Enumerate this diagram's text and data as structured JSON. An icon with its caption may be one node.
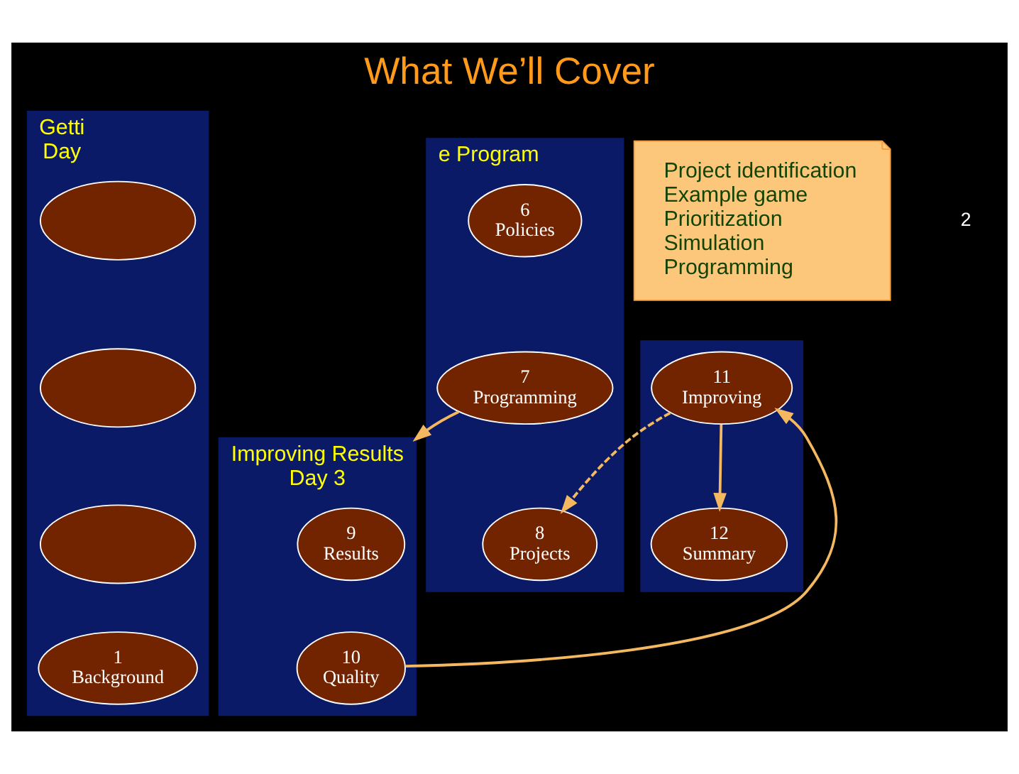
{
  "diagram": {
    "title": "What We’ll Cover",
    "nodes": [
      {
        "text": [
          "Getti",
          "Day"
        ]
      },
      {
        "text": [],
        "shape": "ellipse",
        "in": 0
      },
      {
        "text": [],
        "shape": "ellipse",
        "in": 0
      },
      {
        "text": [],
        "shape": "ellipse",
        "in": 0
      },
      {
        "text": [
          "1",
          "Background"
        ],
        "in": 0
      },
      {
        "text": [
          "e Program"
        ]
      },
      {
        "text": [
          "6",
          "Policies"
        ],
        "in": 5
      },
      {
        "text": [
          "7",
          "Programming"
        ],
        "in": 5
      },
      {
        "text": [
          "8",
          "Projects"
        ],
        "in": 5
      },
      {
        "text": [
          "Improving Results",
          "Day 3"
        ]
      },
      {
        "text": [
          "9",
          "Results"
        ],
        "in": 9
      },
      {
        "text": [
          "10",
          "Quality"
        ],
        "in": 9
      },
      {
        "text": [],
        "shape": "box"
      },
      {
        "text": [
          "11",
          "Improving"
        ],
        "in": 12
      },
      {
        "text": [
          "12",
          "Summary"
        ],
        "in": 12
      },
      {
        "text": [
          "Project identification",
          "Example game",
          "Prioritization",
          "Simulation",
          "Programming"
        ]
      }
    ],
    "edges": [
      {
        "from": 7,
        "to": 9,
        "arrow": "to"
      },
      {
        "from": 11,
        "to": 13,
        "arrow": "to"
      },
      {
        "from": 13,
        "to": 14,
        "arrow": "to"
      },
      {
        "from": 13,
        "to": 8,
        "arrow": "to",
        "style": "dashed"
      }
    ],
    "labels": [
      "2"
    ]
  }
}
